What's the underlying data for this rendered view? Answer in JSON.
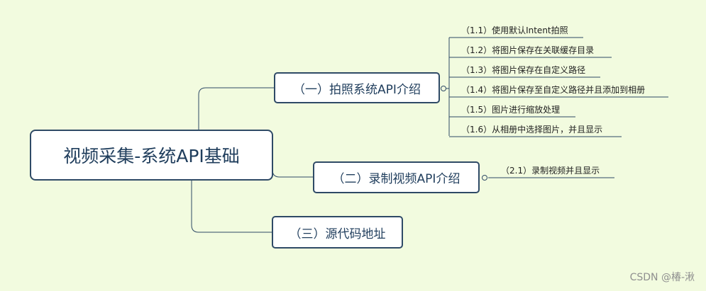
{
  "root": {
    "label": "视频采集-系统API基础"
  },
  "branches": [
    {
      "label": "（一）拍照系统API介绍",
      "children": [
        "（1.1）使用默认Intent拍照",
        "（1.2）将图片保存在关联缓存目录",
        "（1.3）将图片保存在自定义路径",
        "（1.4）将图片保存至自定义路径并且添加到相册",
        "（1.5）图片进行缩放处理",
        "（1.6）从相册中选择图片，并且显示"
      ]
    },
    {
      "label": "（二）录制视频API介绍",
      "children": [
        "（2.1）录制视频并且显示"
      ]
    },
    {
      "label": "（三）源代码地址",
      "children": []
    }
  ],
  "watermark": "CSDN @椿-湫",
  "colors": {
    "background": "#f2fbdf",
    "node_border": "#2f4a66",
    "node_text": "#1f3d5c",
    "line": "#2f4a66"
  }
}
